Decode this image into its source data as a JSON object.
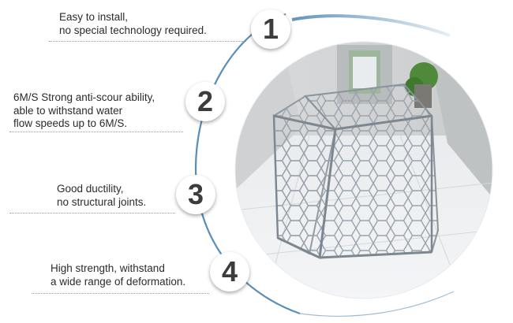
{
  "features": [
    {
      "number": "1",
      "lines": [
        "Easy to install,",
        "no special technology required."
      ]
    },
    {
      "number": "2",
      "lines": [
        "6M/S Strong anti-scour ability,",
        "able to withstand water",
        "flow speeds up to 6M/S."
      ]
    },
    {
      "number": "3",
      "lines": [
        "Good ductility,",
        "no structural joints."
      ]
    },
    {
      "number": "4",
      "lines": [
        "High strength, withstand",
        "a wide range of deformation."
      ]
    }
  ],
  "colors": {
    "arc": "#5b8fb8",
    "badge_text": "#3c3c3c",
    "text": "#2b2b2b"
  },
  "photo_subject": "gabion-wire-mesh-basket"
}
